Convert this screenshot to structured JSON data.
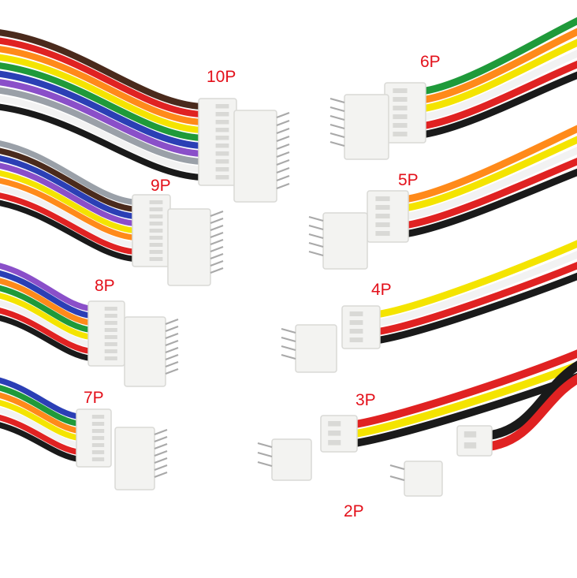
{
  "labels": {
    "p10": "10P",
    "p9": "9P",
    "p8": "8P",
    "p7": "7P",
    "p6": "6P",
    "p5": "5P",
    "p4": "4P",
    "p3": "3P",
    "p2": "2P"
  },
  "colors": {
    "label": "#e3101a",
    "housing": "#f3f3f1",
    "housing_shade": "#d9d9d6",
    "pin": "#a9a9a9",
    "background": "#ffffff"
  },
  "wire_colors": {
    "p10": [
      "#4a2a1c",
      "#e02222",
      "#ff8a1a",
      "#f4e400",
      "#1f9a3a",
      "#2b3fb5",
      "#8a4fc9",
      "#9aa0a8",
      "#f2f2f2",
      "#1a1a1a"
    ],
    "p9": [
      "#9aa0a8",
      "#4a2a1c",
      "#2b3fb5",
      "#8a4fc9",
      "#f4e400",
      "#ff8a1a",
      "#f2f2f2",
      "#e02222",
      "#1a1a1a"
    ],
    "p8": [
      "#8a4fc9",
      "#2b3fb5",
      "#ff8a1a",
      "#1f9a3a",
      "#f4e400",
      "#f2f2f2",
      "#e02222",
      "#1a1a1a"
    ],
    "p7": [
      "#2b3fb5",
      "#1f9a3a",
      "#ff8a1a",
      "#f4e400",
      "#f2f2f2",
      "#e02222",
      "#1a1a1a"
    ],
    "p6": [
      "#1f9a3a",
      "#ff8a1a",
      "#f4e400",
      "#f2f2f2",
      "#e02222",
      "#1a1a1a"
    ],
    "p5": [
      "#ff8a1a",
      "#f4e400",
      "#f2f2f2",
      "#e02222",
      "#1a1a1a"
    ],
    "p4": [
      "#f4e400",
      "#f2f2f2",
      "#e02222",
      "#1a1a1a"
    ],
    "p3": [
      "#e02222",
      "#f4e400",
      "#1a1a1a"
    ],
    "p2": [
      "#1a1a1a",
      "#e02222"
    ]
  }
}
